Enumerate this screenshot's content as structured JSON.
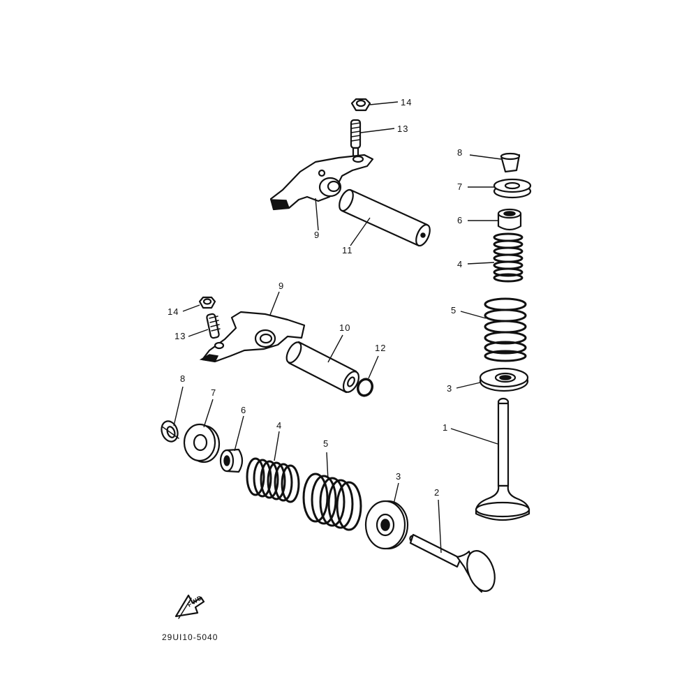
{
  "labels": {
    "c1": "1",
    "c2": "2",
    "c3a": "3",
    "c3b": "3",
    "c4a": "4",
    "c4b": "4",
    "c5a": "5",
    "c5b": "5",
    "c6a": "6",
    "c6b": "6",
    "c7a": "7",
    "c7b": "7",
    "c8a": "8",
    "c8b": "8",
    "c9a": "9",
    "c9b": "9",
    "c10": "10",
    "c11": "11",
    "c12": "12",
    "c13a": "13",
    "c13b": "13",
    "c14a": "14",
    "c14b": "14"
  },
  "fwd_text": "FWD",
  "diagram_code": "29UI10-5040"
}
